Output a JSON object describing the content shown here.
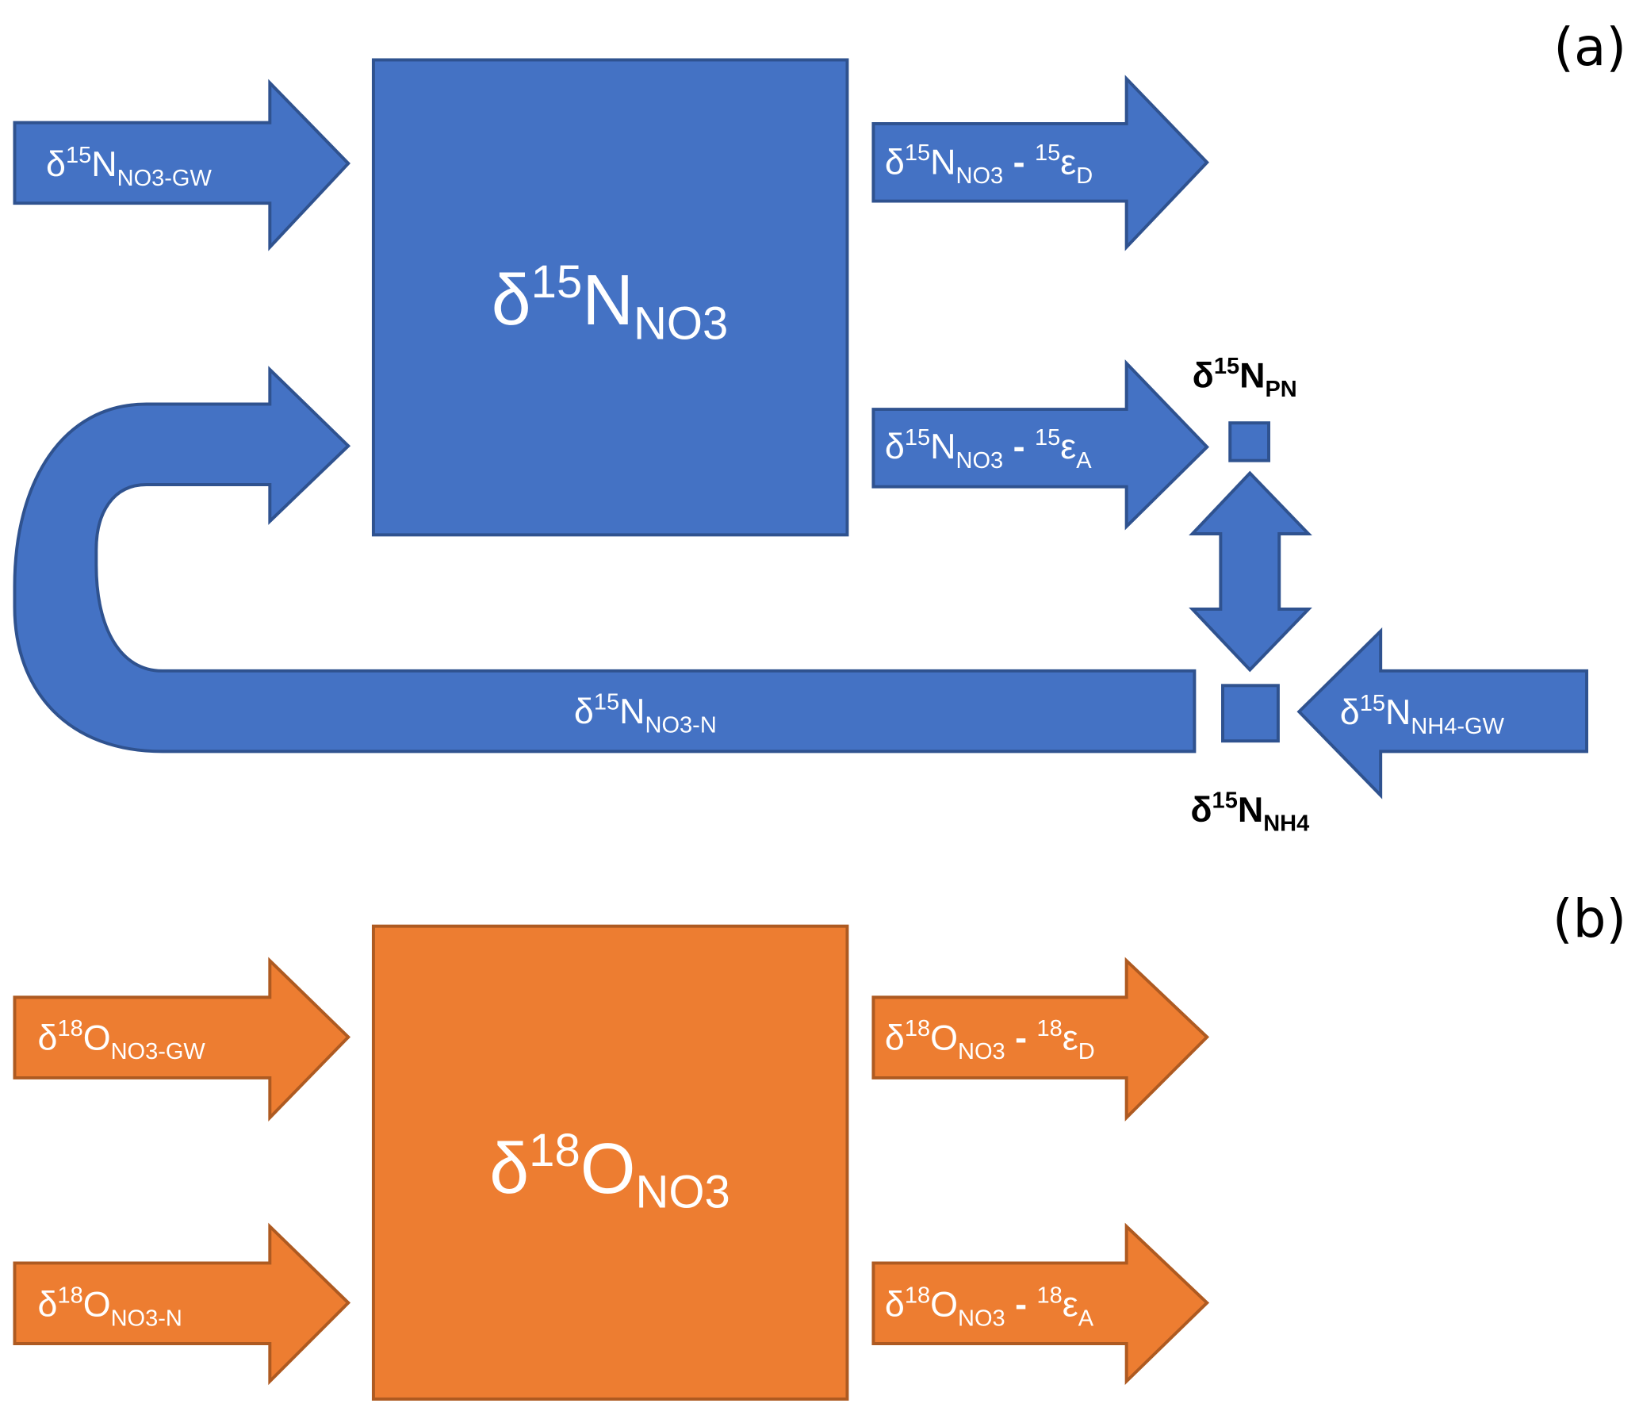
{
  "colors": {
    "nitrogen_fill": "#4472C4",
    "nitrogen_stroke": "#2F528F",
    "oxygen_fill": "#ED7D31",
    "oxygen_stroke": "#AE5A21",
    "label_light": "#FFFFFF",
    "label_dark": "#000000"
  },
  "panel_a": {
    "tag": "(a)",
    "central_pool": {
      "delta": "δ",
      "mass": "15",
      "element": "N",
      "sub": "NO3"
    },
    "input_groundwater": {
      "delta": "δ",
      "mass": "15",
      "element": "N",
      "sub": "NO3-GW"
    },
    "output_denitrification": {
      "delta": "δ",
      "mass": "15",
      "element": "N",
      "sub": "NO3",
      "minus": " - ",
      "eps_mass": "15",
      "eps": "ε",
      "eps_sub": "D"
    },
    "output_assimilation": {
      "delta": "δ",
      "mass": "15",
      "element": "N",
      "sub": "NO3",
      "minus": " - ",
      "eps_mass": "15",
      "eps": "ε",
      "eps_sub": "A"
    },
    "particulate_n": {
      "delta": "δ",
      "mass": "15",
      "element": "N",
      "sub": "PN"
    },
    "ammonium": {
      "delta": "δ",
      "mass": "15",
      "element": "N",
      "sub": "NH4"
    },
    "input_ammonium_groundwater": {
      "delta": "δ",
      "mass": "15",
      "element": "N",
      "sub": "NH4-GW"
    },
    "nitrification_return": {
      "delta": "δ",
      "mass": "15",
      "element": "N",
      "sub": "NO3-N"
    }
  },
  "panel_b": {
    "tag": "(b)",
    "central_pool": {
      "delta": "δ",
      "mass": "18",
      "element": "O",
      "sub": "NO3"
    },
    "input_groundwater": {
      "delta": "δ",
      "mass": "18",
      "element": "O",
      "sub": "NO3-GW"
    },
    "input_nitrification": {
      "delta": "δ",
      "mass": "18",
      "element": "O",
      "sub": "NO3-N"
    },
    "output_denitrification": {
      "delta": "δ",
      "mass": "18",
      "element": "O",
      "sub": "NO3",
      "minus": " - ",
      "eps_mass": "18",
      "eps": "ε",
      "eps_sub": "D"
    },
    "output_assimilation": {
      "delta": "δ",
      "mass": "18",
      "element": "O",
      "sub": "NO3",
      "minus": " - ",
      "eps_mass": "18",
      "eps": "ε",
      "eps_sub": "A"
    }
  }
}
